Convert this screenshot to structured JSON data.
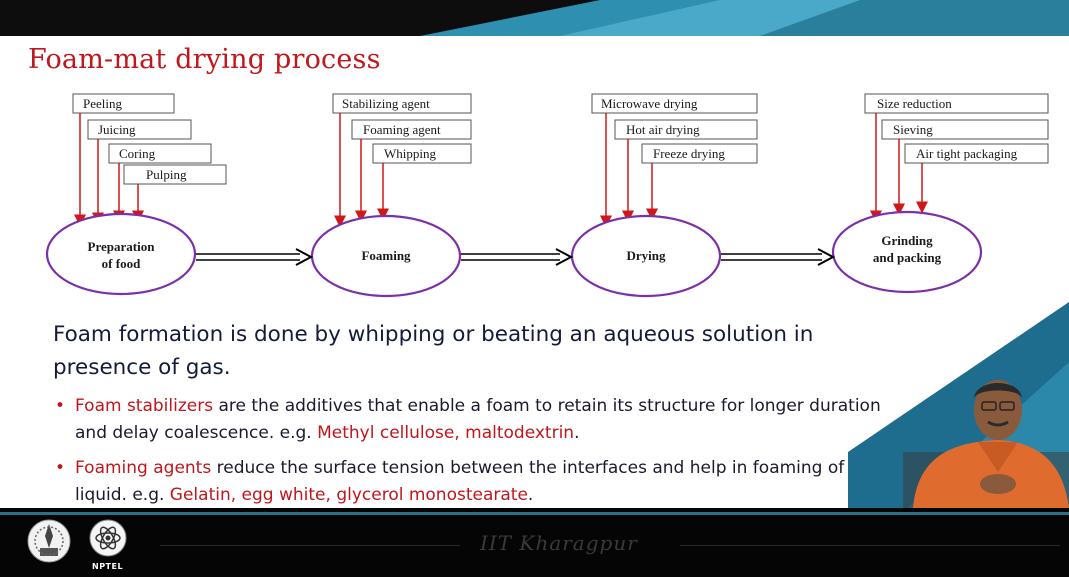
{
  "slide": {
    "title": "Foam-mat drying process",
    "main_text": "Foam formation is done by whipping or beating an aqueous solution in presence of gas.",
    "bullets": [
      {
        "highlight": "Foam stabilizers",
        "text": " are the additives that enable a foam to retain its structure for longer duration and delay coalescence. e.g. ",
        "examples": "Methyl cellulose, maltodextrin",
        "end": "."
      },
      {
        "highlight": "Foaming agents",
        "text": " reduce the surface tension between the interfaces and help in foaming of the liquid. e.g.  ",
        "examples": "Gelatin, egg white, glycerol monostearate",
        "end": "."
      }
    ]
  },
  "diagram": {
    "stages": [
      {
        "line1": "Preparation",
        "line2": "of food",
        "steps": [
          "Peeling",
          "Juicing",
          "Coring",
          "Pulping"
        ]
      },
      {
        "line1": "Foaming",
        "line2": "",
        "steps": [
          "Stabilizing agent",
          "Foaming agent",
          "Whipping"
        ]
      },
      {
        "line1": "Drying",
        "line2": "",
        "steps": [
          "Microwave drying",
          "Hot air drying",
          "Freeze drying"
        ]
      },
      {
        "line1": "Grinding",
        "line2": "and packing",
        "steps": [
          "Size reduction",
          "Sieving",
          "Air tight packaging"
        ]
      }
    ]
  },
  "footer": {
    "watermark": "IIT Kharagpur",
    "nptel_label": "NPTEL"
  },
  "colors": {
    "title_red": "#c0161c",
    "ellipse_purple": "#7b2fa8",
    "arrow_red": "#d01818",
    "header_teal": "#2f8fb0"
  }
}
